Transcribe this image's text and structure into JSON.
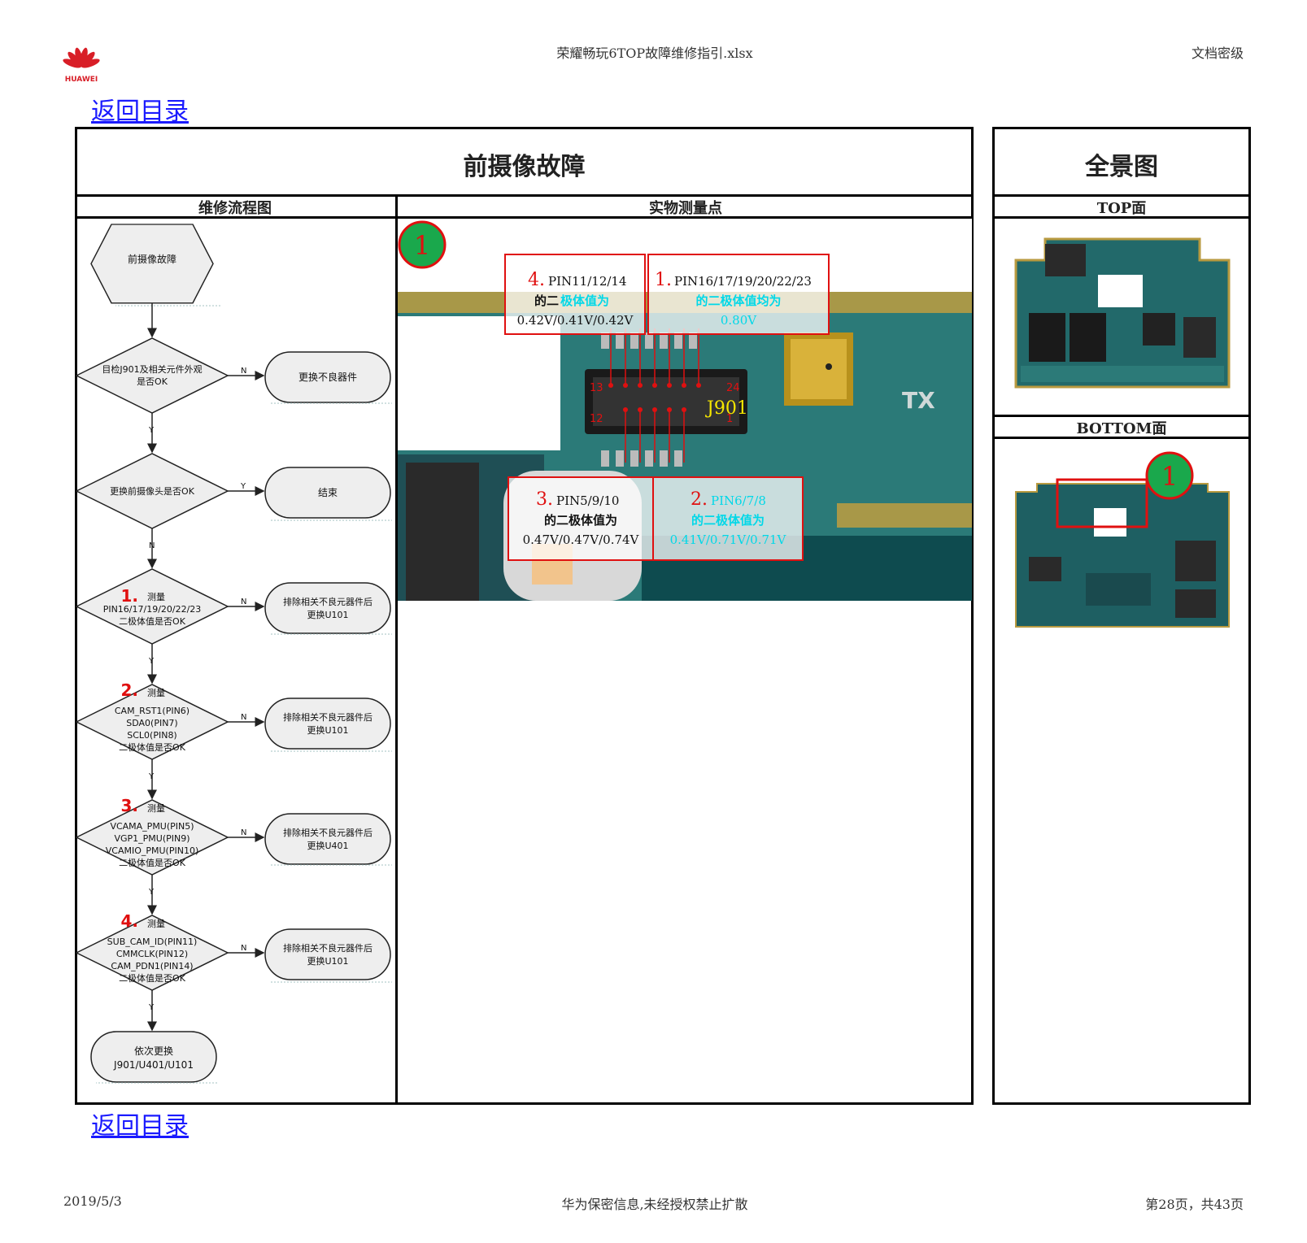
{
  "header": {
    "logo_text": "HUAWEI",
    "file_name": "荣耀畅玩6TOP故障维修指引.xlsx",
    "security_level": "文档密级"
  },
  "nav": {
    "back_top": "返回目录",
    "back_bottom": "返回目录"
  },
  "main_panel": {
    "title": "前摄像故障",
    "left_col": "维修流程图",
    "right_col": "实物测量点"
  },
  "overview_panel": {
    "title": "全景图",
    "top_label": "TOP面",
    "bottom_label": "BOTTOM面"
  },
  "flowchart": {
    "start": "前摄像故障",
    "d1": [
      "目检J901及相关元件外观",
      "是否OK"
    ],
    "d1_no": "更换不良器件",
    "d2": "更换前摄像头是否OK",
    "d2_yes": "结束",
    "d3_num": "1.",
    "d3": [
      "测量",
      "PIN16/17/19/20/22/23",
      "二极体值是否OK"
    ],
    "d4_num": "2.",
    "d4": [
      "测量",
      "CAM_RST1(PIN6)",
      "SDA0(PIN7)",
      "SCL0(PIN8)",
      "二极体值是否OK"
    ],
    "d5_num": "3.",
    "d5": [
      "测量",
      "VCAMA_PMU(PIN5)",
      "VGP1_PMU(PIN9)",
      "VCAMIO_PMU(PIN10)",
      "二极体值是否OK"
    ],
    "d6_num": "4.",
    "d6": [
      "测量",
      "SUB_CAM_ID(PIN11)",
      "CMMCLK(PIN12)",
      "CAM_PDN1(PIN14)",
      "二极体值是否OK"
    ],
    "fix_u101": [
      "排除相关不良元器件后",
      "更换U101"
    ],
    "fix_u401": [
      "排除相关不良元器件后",
      "更换U401"
    ],
    "end": [
      "依次更换",
      "J901/U401/U101"
    ],
    "yes": "Y",
    "no": "N"
  },
  "measure": {
    "marker": "1",
    "connector": "J901",
    "pin_labels": [
      "13",
      "24",
      "12",
      "1"
    ],
    "tx_label": "TX",
    "box1": {
      "num": "1.",
      "title": "PIN16/17/19/20/22/23",
      "line2": "的二极体值均为",
      "line3": "0.80V"
    },
    "box2": {
      "num": "2.",
      "title": "PIN6/7/8",
      "line2": "的二极体值为",
      "line3": "0.41V/0.71V/0.71V"
    },
    "box3": {
      "num": "3.",
      "title": "PIN5/9/10",
      "line2": "的二极体值为",
      "line3": "0.47V/0.47V/0.74V"
    },
    "box4": {
      "num": "4.",
      "title": "PIN11/12/14",
      "line2a": "的二",
      "line2b": "极体值为",
      "line3": "0.42V/0.41V/0.42V"
    }
  },
  "overview_marker": "1",
  "footer": {
    "date": "2019/5/3",
    "notice": "华为保密信息,未经授权禁止扩散",
    "page": "第28页，共43页"
  }
}
